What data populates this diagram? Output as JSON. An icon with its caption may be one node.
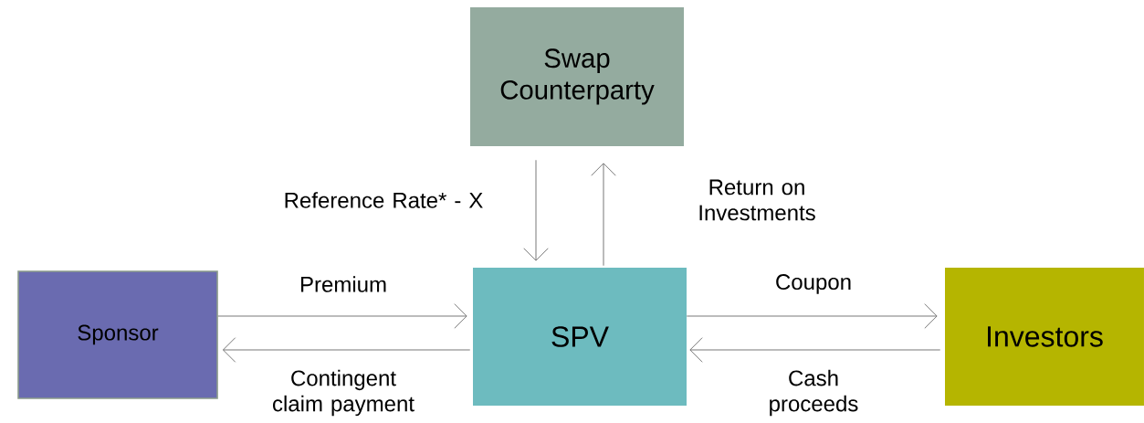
{
  "diagram": {
    "nodes": [
      {
        "text": [
          "Swap Counterparty"
        ]
      },
      {
        "text": [
          "Sponsor"
        ]
      },
      {
        "text": [
          "SPV"
        ]
      },
      {
        "text": [
          "Investors"
        ]
      }
    ],
    "edges": [
      {
        "from": 0,
        "to": 2,
        "arrow": "to",
        "label": "Reference Rate* - X"
      },
      {
        "from": 2,
        "to": 0,
        "arrow": "to",
        "label": "Return on Investments"
      },
      {
        "from": 1,
        "to": 2,
        "arrow": "to",
        "label": "Premium"
      },
      {
        "from": 2,
        "to": 1,
        "arrow": "to",
        "label": "Contingent claim payment"
      },
      {
        "from": 2,
        "to": 3,
        "arrow": "to",
        "label": "Coupon"
      },
      {
        "from": 3,
        "to": 2,
        "arrow": "to",
        "label": "Cash proceeds"
      }
    ]
  }
}
